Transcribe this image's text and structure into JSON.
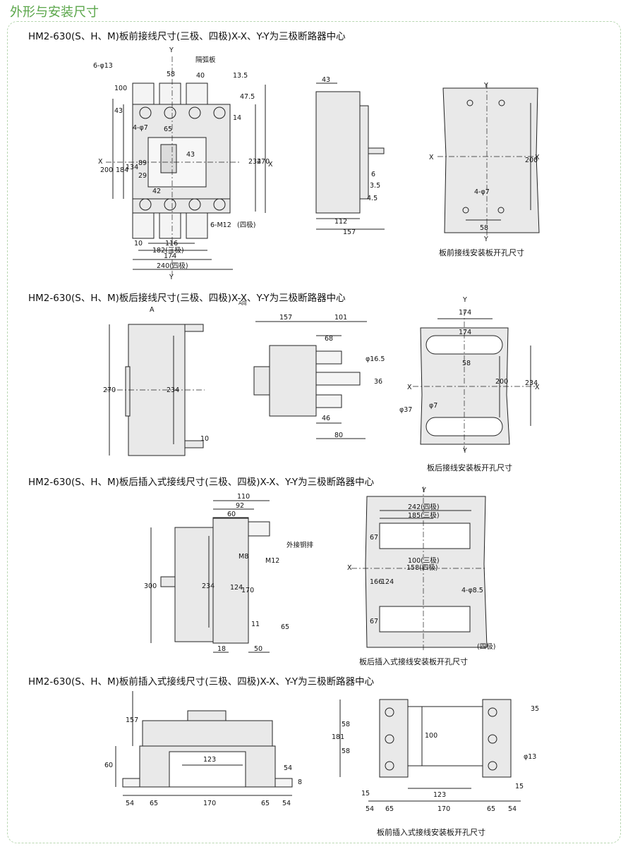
{
  "page_title": "外形与安装尺寸",
  "sections": [
    {
      "heading": "HM2-630(S、H、M)板前接线尺寸(三极、四极)X-X、Y-Y为三极断路器中心",
      "caption": "板前接线安装板开孔尺寸",
      "front_labels": [
        "Y",
        "6-φ13",
        "58",
        "40",
        "隔弧板",
        "13.5",
        "100",
        "47.5",
        "43",
        "14",
        "4-φ7",
        "65",
        "X",
        "200",
        "184",
        "134",
        "89",
        "29",
        "43",
        "234",
        "270",
        "X",
        "42",
        "6-M12",
        "(四极)",
        "10",
        "116",
        "182(三极)",
        "174",
        "240(四极)",
        "Y"
      ],
      "side_labels": [
        "43",
        "6",
        "3.5",
        "4.5",
        "112",
        "157"
      ],
      "panel_labels": [
        "Y",
        "X",
        "200",
        "X",
        "4-φ7",
        "58",
        "Y"
      ]
    },
    {
      "heading": "HM2-630(S、H、M)板后接线尺寸(三极、四极)X-X、Y-Y为三极断路器中心",
      "subscript": "A向",
      "caption": "板后接线安装板开孔尺寸",
      "front_labels": [
        "A",
        "270",
        "234",
        "10"
      ],
      "side_labels": [
        "157",
        "101",
        "68",
        "φ16.5",
        "36",
        "46",
        "80"
      ],
      "panel_labels": [
        "Y",
        "174",
        "174",
        "58",
        "200",
        "234",
        "X",
        "X",
        "φ37",
        "φ7",
        "Y"
      ]
    },
    {
      "heading": "HM2-630(S、H、M)板后插入式接线尺寸(三极、四极)X-X、Y-Y为三极断路器中心",
      "caption": "板后插入式接线安装板开孔尺寸",
      "side_labels": [
        "110",
        "92",
        "60",
        "外接铜排",
        "M8",
        "M12",
        "300",
        "234",
        "124",
        "170",
        "11",
        "65",
        "18",
        "50"
      ],
      "panel_labels": [
        "Y",
        "242(四极)",
        "185(三极)",
        "67",
        "X",
        "100(三极)",
        "158(四极)",
        "166",
        "124",
        "4-φ8.5",
        "67",
        "(四极)"
      ]
    },
    {
      "heading": "HM2-630(S、H、M)板前插入式接线尺寸(三极、四极)X-X、Y-Y为三极断路器中心",
      "caption": "板前插入式接线安装板开孔尺寸",
      "side_labels": [
        "157",
        "60",
        "123",
        "54",
        "8",
        "54",
        "65",
        "170",
        "65",
        "54"
      ],
      "panel_labels": [
        "35",
        "181",
        "58",
        "58",
        "100",
        "φ13",
        "15",
        "123",
        "15",
        "54",
        "65",
        "170",
        "65",
        "54"
      ]
    }
  ],
  "colors": {
    "title": "#5aa64a",
    "frame": "#b9d7b2",
    "body_fill": "#e9e9e9",
    "line": "#222222"
  }
}
